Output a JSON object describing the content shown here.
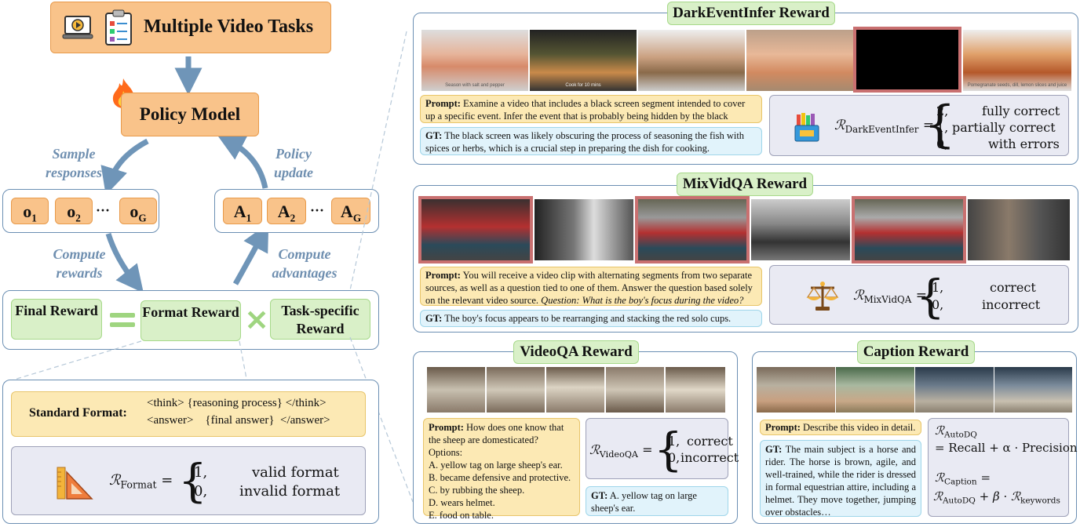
{
  "left": {
    "tasks_label": "Multiple Video Tasks",
    "policy_label": "Policy Model",
    "sample_label": "Sample responses",
    "update_label": "Policy update",
    "compute_rewards_label": "Compute rewards",
    "compute_adv_label": "Compute advantages",
    "outputs": [
      "o1",
      "o2",
      "oG"
    ],
    "advantages": [
      "A1",
      "A2",
      "AG"
    ],
    "ellipsis": "···",
    "final_reward": "Final Reward",
    "format_reward": "Format Reward",
    "task_reward": "Task-specific Reward",
    "standard_format_label": "Standard Format:",
    "format_line1": "<think> {reasoning process} </think>",
    "format_line2": "<answer>    {final answer}  </answer>",
    "format_case1_val": "1,",
    "format_case1_txt": "valid format",
    "format_case2_val": "0,",
    "format_case2_txt": "invalid format"
  },
  "dark": {
    "title": "DarkEventInfer Reward",
    "captions": [
      "Season with salt and pepper",
      "Cook for 10 mins",
      "",
      "",
      "",
      "Pomegranate seeds, dill, lemon slices and juice"
    ],
    "prompt_label": "Prompt:",
    "prompt": "Examine a video that includes a black screen segment intended to cover up a specific event. Infer the event that is probably being hidden by the black screen.",
    "gt_label": "GT:",
    "gt": "The black screen was likely obscuring the process of seasoning the fish with spices or herbs, which is a crucial step in preparing the dish for cooking.",
    "cases": [
      [
        "2,",
        "fully correct"
      ],
      [
        "1,",
        "partially correct"
      ],
      [
        "0,",
        "with errors"
      ]
    ]
  },
  "mix": {
    "title": "MixVidQA Reward",
    "prompt_label": "Prompt:",
    "prompt": "You will receive a video clip with alternating segments from two separate sources, as well as a question tied to one of them. Answer the question based solely on the relevant video source.",
    "question": "Question: What is the boy's focus during the video?",
    "gt_label": "GT:",
    "gt": "The boy's focus appears to be rearranging and stacking the red solo cups.",
    "cases": [
      [
        "1,",
        "correct"
      ],
      [
        "0,",
        "incorrect"
      ]
    ]
  },
  "vqa": {
    "title": "VideoQA Reward",
    "prompt_label": "Prompt:",
    "prompt": "How does one know that the sheep are domesticated?",
    "options_label": "Options:",
    "options": [
      "A. yellow tag on large sheep's ear.",
      "B. became defensive and protective.",
      "C. by rubbing the sheep.",
      "D. wears helmet.",
      "E. food on table."
    ],
    "cases": [
      [
        "1,",
        "correct"
      ],
      [
        "0,",
        "incorrect"
      ]
    ],
    "gt_label": "GT:",
    "gt": "A. yellow tag on large sheep's ear."
  },
  "cap": {
    "title": "Caption Reward",
    "prompt_label": "Prompt:",
    "prompt": "Describe this video in detail.",
    "gt_label": "GT:",
    "gt": "The main subject is a horse and rider. The horse is brown, agile, and well-trained, while the rider is dressed in formal equestrian attire, including a helmet. They move together, jumping over obstacles…",
    "autodq_rhs": "= Recall + α · Precision",
    "caption_rhs": "= "
  },
  "colors": {
    "panel_border": "#6b8fb3",
    "arrow": "#6f95b8",
    "orange": "#f9c38a",
    "green": "#d9f0c8",
    "red_frame": "#c97070"
  }
}
